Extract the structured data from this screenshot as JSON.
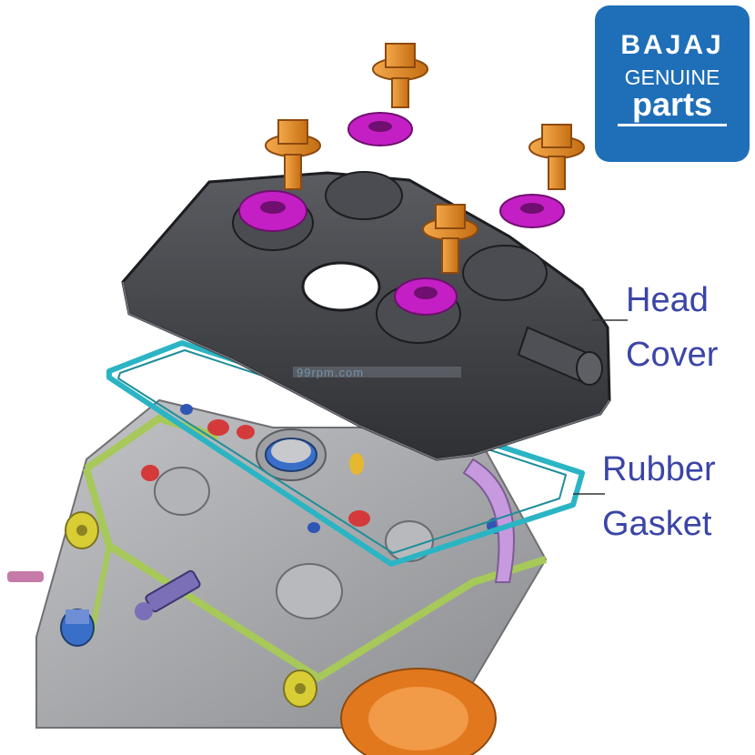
{
  "logo": {
    "brand": "BAJAJ",
    "line2": "GENUINE",
    "line3": "parts"
  },
  "labels": {
    "head_cover": [
      "Head",
      "Cover"
    ],
    "rubber_gasket": [
      "Rubber",
      "Gasket"
    ]
  },
  "watermark": "99rpm.com",
  "colors": {
    "logo_bg": "#1f6fb8",
    "label_text": "#3b45a6",
    "bolt_orange": "#e38a1e",
    "washer_magenta": "#c41fc4",
    "cover_dark": "#3d3f43",
    "gasket_cyan": "#2bb5c4",
    "head_grey": "#a7a8ab",
    "head_edge_green": "#a6c95a",
    "cam_orange": "#e2781e"
  }
}
